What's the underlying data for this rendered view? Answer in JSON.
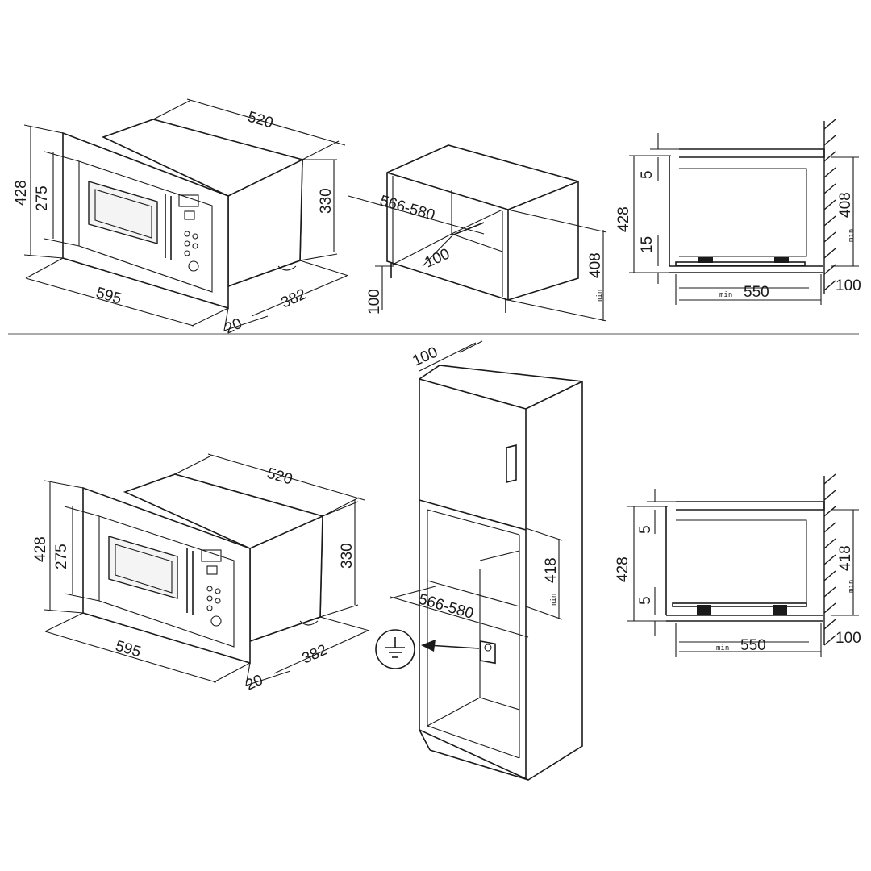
{
  "top": {
    "oven": {
      "width": "595",
      "depth": "520",
      "height_outer": "428",
      "height_inner": "275",
      "height_body": "330",
      "body_depth": "382",
      "front": "20"
    },
    "niche": {
      "width_range": "566-580",
      "height": "408",
      "height_min": "min",
      "vent": "100",
      "floor": "100"
    },
    "side": {
      "gap_top": "5",
      "gap_bottom": "15",
      "height": "428",
      "niche_h": "408",
      "niche_h_min": "min",
      "depth_label": "550",
      "depth_min": "min",
      "wall": "100"
    }
  },
  "bottom": {
    "oven": {
      "width": "595",
      "depth": "520",
      "height_outer": "428",
      "height_inner": "275",
      "height_body": "330",
      "body_depth": "382",
      "front": "20"
    },
    "column": {
      "top_vent": "100",
      "width_range": "566-580",
      "height": "418",
      "height_min": "min"
    },
    "side": {
      "gap_top": "5",
      "gap_bottom": "5",
      "height": "428",
      "niche_h": "418",
      "niche_h_min": "min",
      "depth_label": "550",
      "depth_min": "min",
      "wall": "100"
    }
  },
  "icons": [
    "ground-symbol-icon",
    "arrow-icon"
  ]
}
